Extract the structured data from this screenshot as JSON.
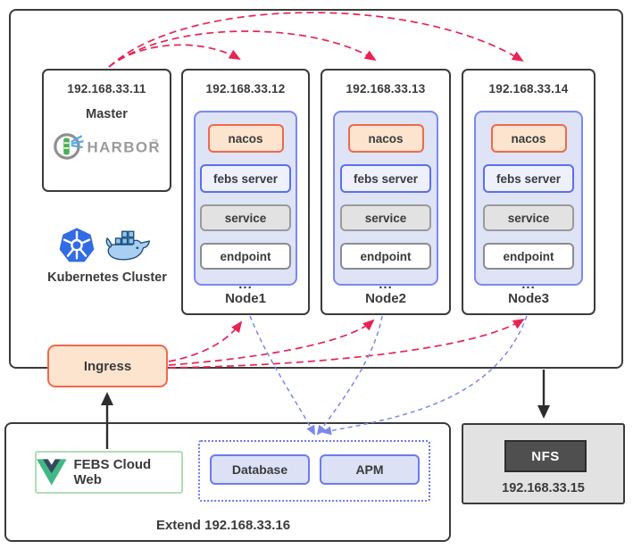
{
  "colors": {
    "ink": "#3b3b3b",
    "red": "#e82455",
    "blue": "#7b86ee",
    "pod-bg": "#dee3f6",
    "pod-border": "#7c88f2",
    "orange-bg": "#fce4cf",
    "orange-border": "#f0694c",
    "febs-bg": "#eef1fc",
    "febs-border": "#5a6ef0",
    "service-bg": "#e2e2e2",
    "service-border": "#9a9a9a",
    "endpoint-bg": "#ffffff",
    "endpoint-border": "#8c8c8c",
    "lav-bg": "#dce1f5",
    "lav-border": "#6b7bf0",
    "green-border": "#b2ddb4",
    "nfs-bg": "#e2e2e2",
    "nfs-inner": "#4f4f4f",
    "harbor-gray": "#9b9b9b",
    "k8s-blue": "#326ce5",
    "vue-green": "#41b883",
    "vue-dark": "#35495e"
  },
  "cluster": {
    "label": "Kubernetes Cluster",
    "master": {
      "ip": "192.168.33.11",
      "role": "Master",
      "registry": "HARBOR",
      "registry_tm": "™"
    },
    "nodes": [
      {
        "ip": "192.168.33.12",
        "name": "Node1",
        "pods": [
          "nacos",
          "febs server",
          "service",
          "endpoint",
          "..."
        ]
      },
      {
        "ip": "192.168.33.13",
        "name": "Node2",
        "pods": [
          "nacos",
          "febs server",
          "service",
          "endpoint",
          "..."
        ]
      },
      {
        "ip": "192.168.33.14",
        "name": "Node3",
        "pods": [
          "nacos",
          "febs server",
          "service",
          "endpoint",
          "..."
        ]
      }
    ]
  },
  "ingress": {
    "label": "Ingress"
  },
  "extend": {
    "label": "Extend 192.168.33.16",
    "web_label": "FEBS Cloud Web",
    "database_label": "Database",
    "apm_label": "APM"
  },
  "nfs": {
    "label": "NFS",
    "ip": "192.168.33.15"
  }
}
